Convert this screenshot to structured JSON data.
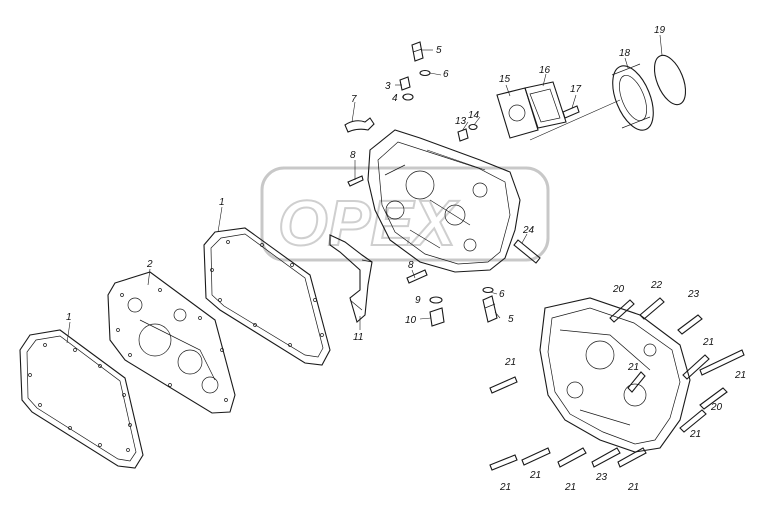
{
  "diagram": {
    "watermark_text": "OPEX",
    "callouts": [
      {
        "id": "c1a",
        "text": "1"
      },
      {
        "id": "c1b",
        "text": "1"
      },
      {
        "id": "c2",
        "text": "2"
      },
      {
        "id": "c3",
        "text": "3"
      },
      {
        "id": "c4",
        "text": "4"
      },
      {
        "id": "c5a",
        "text": "5"
      },
      {
        "id": "c5b",
        "text": "5"
      },
      {
        "id": "c6a",
        "text": "6"
      },
      {
        "id": "c6b",
        "text": "6"
      },
      {
        "id": "c7",
        "text": "7"
      },
      {
        "id": "c8a",
        "text": "8"
      },
      {
        "id": "c8b",
        "text": "8"
      },
      {
        "id": "c9",
        "text": "9"
      },
      {
        "id": "c10",
        "text": "10"
      },
      {
        "id": "c11",
        "text": "11"
      },
      {
        "id": "c13",
        "text": "13"
      },
      {
        "id": "c14",
        "text": "14"
      },
      {
        "id": "c15",
        "text": "15"
      },
      {
        "id": "c16",
        "text": "16"
      },
      {
        "id": "c17",
        "text": "17"
      },
      {
        "id": "c18",
        "text": "18"
      },
      {
        "id": "c19",
        "text": "19"
      },
      {
        "id": "c20a",
        "text": "20"
      },
      {
        "id": "c20b",
        "text": "20"
      },
      {
        "id": "c21a",
        "text": "21"
      },
      {
        "id": "c21b",
        "text": "21"
      },
      {
        "id": "c21c",
        "text": "21"
      },
      {
        "id": "c21d",
        "text": "21"
      },
      {
        "id": "c21e",
        "text": "21"
      },
      {
        "id": "c21f",
        "text": "21"
      },
      {
        "id": "c21g",
        "text": "21"
      },
      {
        "id": "c21h",
        "text": "21"
      },
      {
        "id": "c21i",
        "text": "21"
      },
      {
        "id": "c22",
        "text": "22"
      },
      {
        "id": "c23a",
        "text": "23"
      },
      {
        "id": "c23b",
        "text": "23"
      },
      {
        "id": "c24",
        "text": "24"
      }
    ]
  }
}
